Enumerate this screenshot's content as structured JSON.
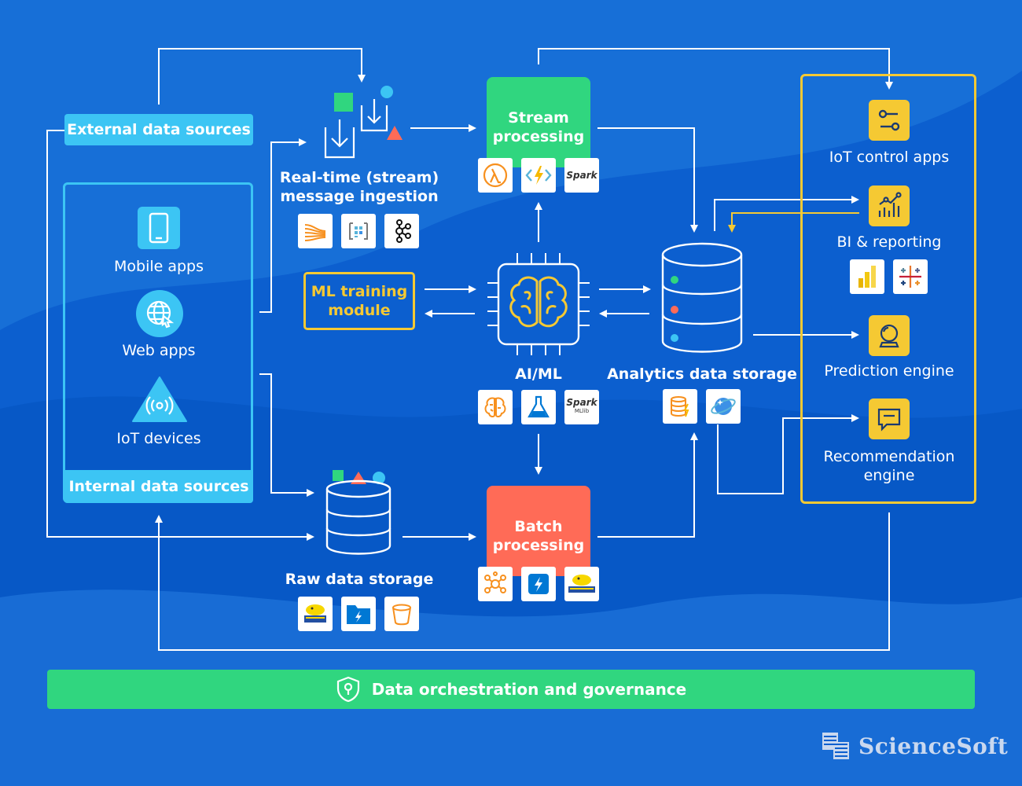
{
  "sources": {
    "external_label": "External data sources",
    "internal_label": "Internal data sources",
    "items": [
      {
        "label": "Mobile apps",
        "icon": "smartphone-icon"
      },
      {
        "label": "Web apps",
        "icon": "globe-cursor-icon"
      },
      {
        "label": "IoT devices",
        "icon": "wireless-signal-icon"
      }
    ]
  },
  "ingestion": {
    "label": "Real-time (stream)\nmessage ingestion",
    "tools": [
      "aws-kinesis-icon",
      "azure-event-hubs-icon",
      "apache-kafka-icon"
    ]
  },
  "stream_processing": {
    "label": "Stream\nprocessing",
    "tools": [
      "aws-lambda-icon",
      "azure-functions-icon"
    ],
    "spark_logo": "Spark"
  },
  "ml_training": {
    "label": "ML training\nmodule"
  },
  "aiml": {
    "label": "AI/ML",
    "tools": [
      "amazon-sagemaker-icon",
      "azure-ml-icon"
    ],
    "spark_logo": "Spark",
    "spark_sub": "MLlib"
  },
  "analytics_storage": {
    "label": "Analytics data storage",
    "tools": [
      "amazon-redshift-icon",
      "azure-cosmos-db-icon"
    ]
  },
  "raw_storage": {
    "label": "Raw data storage",
    "tools": [
      "hadoop-hdfs-icon",
      "azure-data-lake-icon",
      "amazon-s3-bucket-icon"
    ]
  },
  "batch_processing": {
    "label": "Batch\nprocessing",
    "tools": [
      "hadoop-hive-icon",
      "azure-stream-analytics-icon",
      "hadoop-mapreduce-icon"
    ]
  },
  "consumers": [
    {
      "label": "IoT control apps",
      "icon": "toggle-switches-icon"
    },
    {
      "label": "BI & reporting",
      "icon": "bar-chart-icon"
    },
    {
      "label": "Prediction engine",
      "icon": "crystal-ball-icon"
    },
    {
      "label": "Recommendation\nengine",
      "icon": "chat-bubble-icon"
    }
  ],
  "bi_tools": [
    "power-bi-icon",
    "tableau-icon"
  ],
  "governance": {
    "label": "Data orchestration and governance"
  },
  "brand": {
    "name": "ScienceSoft"
  },
  "colors": {
    "background": "#0c5fcf",
    "stream_green": "#30d67f",
    "batch_red": "#ff6b57",
    "accent_yellow": "#f5c933",
    "source_cyan": "#3cc5f4"
  }
}
